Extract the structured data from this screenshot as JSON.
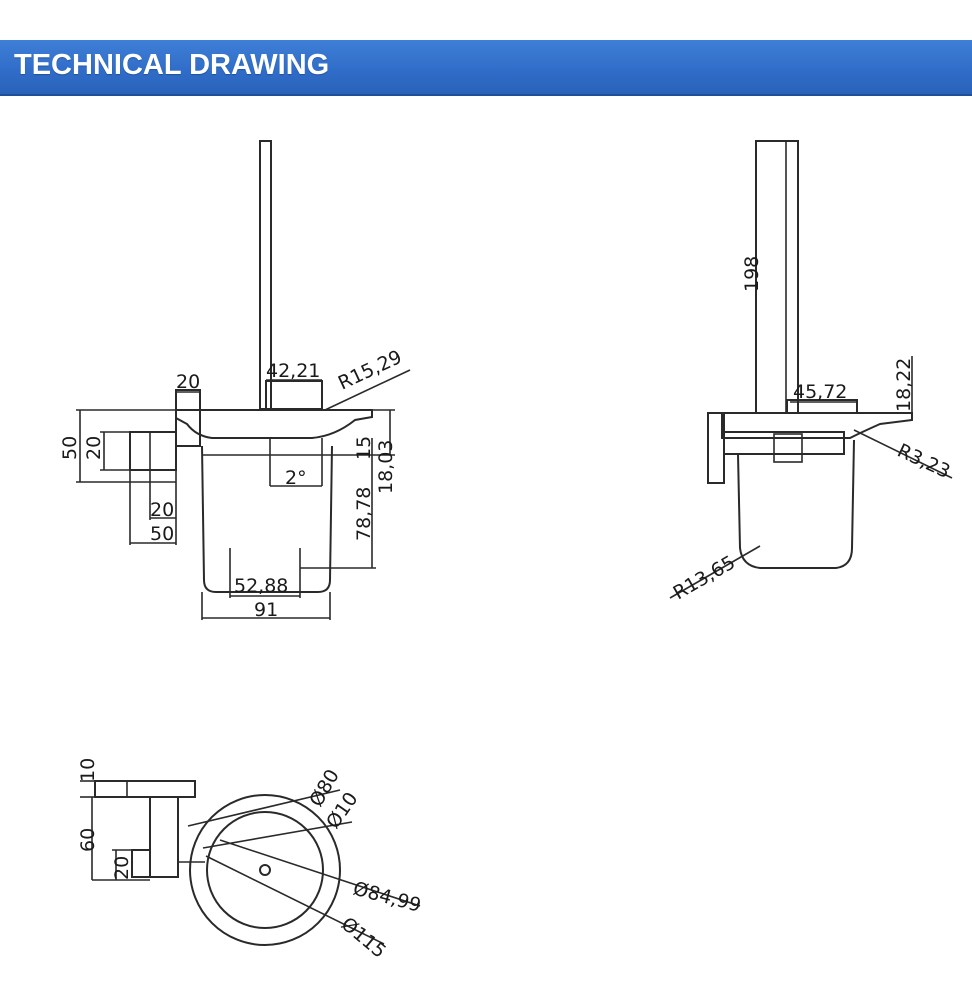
{
  "header": {
    "title": "TECHNICAL DRAWING"
  },
  "front_view": {
    "width_holder": "20",
    "top_width": "42,21",
    "radius_top": "R15,29",
    "height_plate": "50",
    "height_inner": "20",
    "angle": "2°",
    "lip": "15",
    "lip_total": "18,03",
    "cup_height": "78,78",
    "wall_a": "20",
    "wall_b": "50",
    "cup_bottom": "52,88",
    "cup_top": "91"
  },
  "side_view": {
    "handle_height": "198",
    "top_width": "45,72",
    "top_height": "18,22",
    "corner_radius": "R3,23",
    "cup_radius": "R13,65"
  },
  "top_view": {
    "plate_thickness": "10",
    "plate_depth": "60",
    "inner_depth": "20",
    "dia_80": "Ø80",
    "dia_10": "Ø10",
    "dia_84": "Ø84,99",
    "dia_115": "Ø115"
  }
}
